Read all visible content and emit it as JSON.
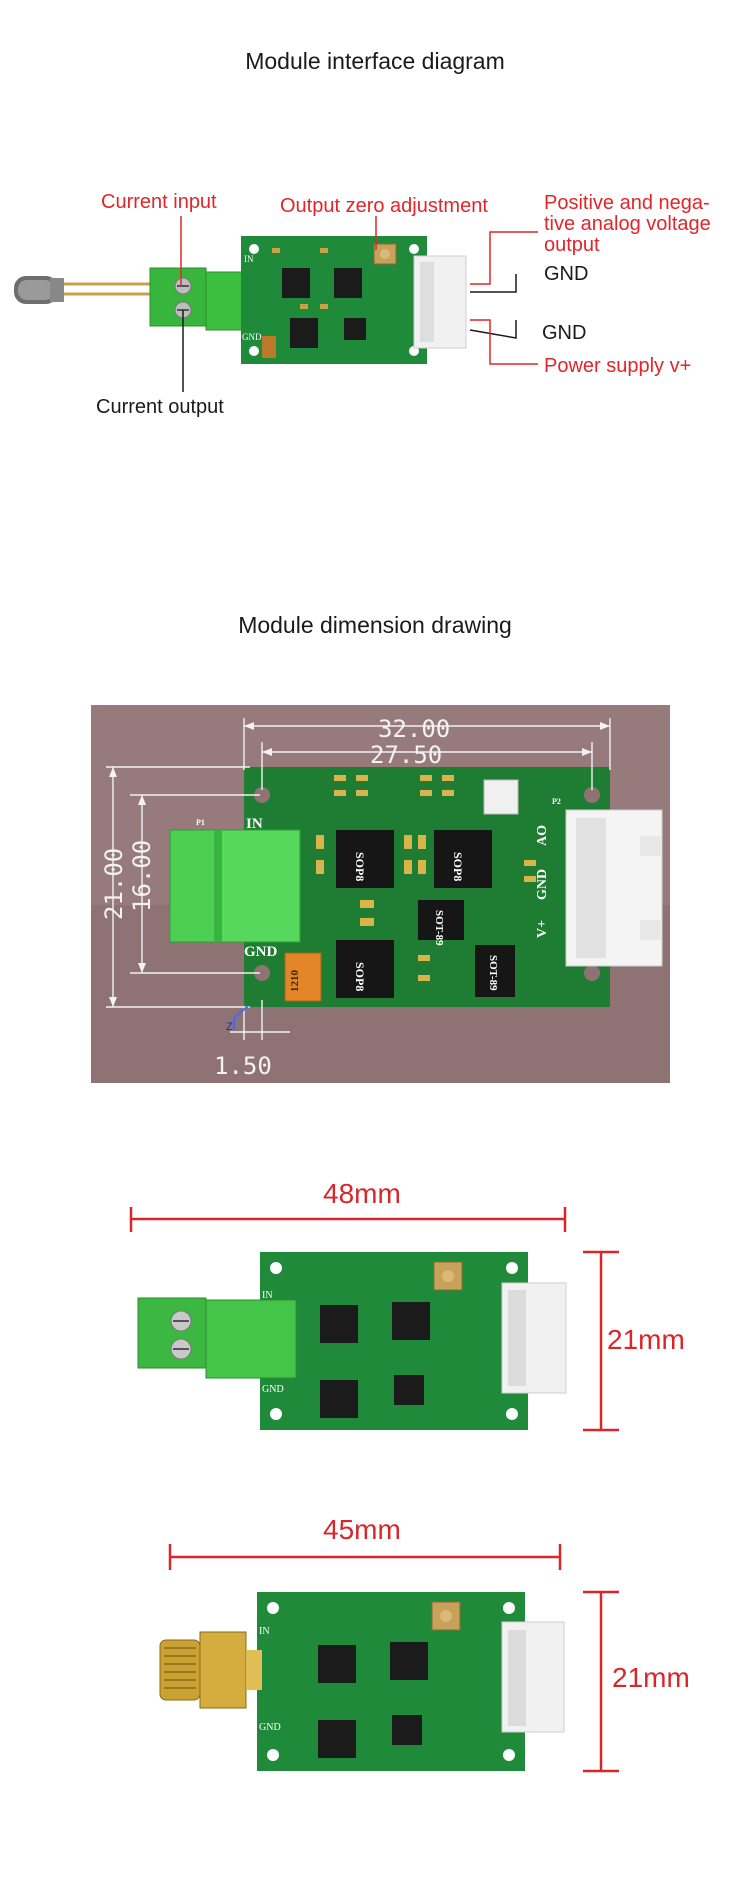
{
  "section1": {
    "title": "Module interface diagram",
    "labels": {
      "current_input": "Current input",
      "output_zero_adjustment": "Output zero adjustment",
      "pos_neg_output_line1": "Positive and nega-",
      "pos_neg_output_line2": "tive analog voltage",
      "pos_neg_output_line3": "output",
      "gnd_top": "GND",
      "gnd_bottom": "GND",
      "power_supply": "Power supply v+",
      "current_output": "Current output"
    },
    "pcb_silk": {
      "in": "IN",
      "gnd": "GND"
    }
  },
  "section2": {
    "title": "Module dimension drawing",
    "dimensions": {
      "width_outer": "32.00",
      "width_inner": "27.50",
      "height_outer": "21.00",
      "height_inner": "16.00",
      "hole_offset": "1.50"
    },
    "silk": {
      "in": "IN",
      "gnd": "GND",
      "p1": "P1",
      "p2": "P2",
      "sop8": "SOP8",
      "sot89": "SOT-89",
      "cap": "1210",
      "ao": "AO",
      "gnd_pin": "GND",
      "vplus": "V+",
      "axis_z": "Z"
    }
  },
  "photo1": {
    "width_label": "48mm",
    "height_label": "21mm",
    "silk_in": "IN",
    "silk_gnd": "GND"
  },
  "photo2": {
    "width_label": "45mm",
    "height_label": "21mm",
    "silk_in": "IN",
    "silk_gnd": "GND"
  },
  "colors": {
    "annotation_red": "#e0262a",
    "pcb_green": "#1f8a3a",
    "terminal_green": "#3cbf3f",
    "render_bg": "#8a6e70"
  }
}
